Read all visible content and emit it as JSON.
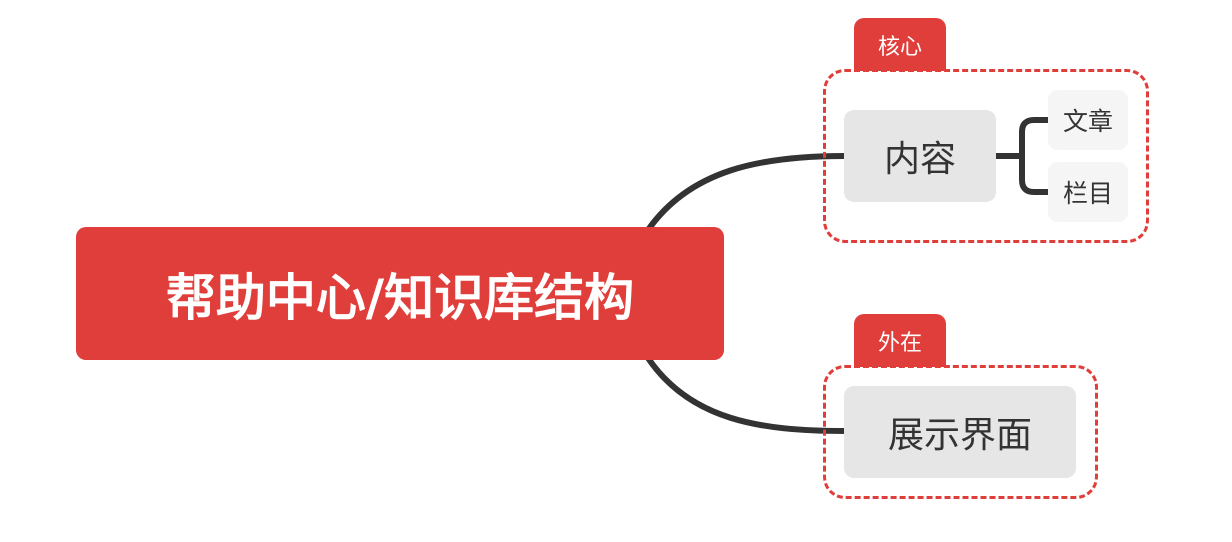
{
  "root": {
    "label": "帮助中心/知识库结构"
  },
  "branches": [
    {
      "label": "内容",
      "boundary_label": "核心",
      "children": [
        {
          "label": "文章"
        },
        {
          "label": "栏目"
        }
      ]
    },
    {
      "label": "展示界面",
      "boundary_label": "外在",
      "children": []
    }
  ],
  "colors": {
    "accent": "#e03e3a",
    "line": "#333333",
    "node_bg": "#e6e6e6",
    "leaf_bg": "#f5f5f5"
  }
}
